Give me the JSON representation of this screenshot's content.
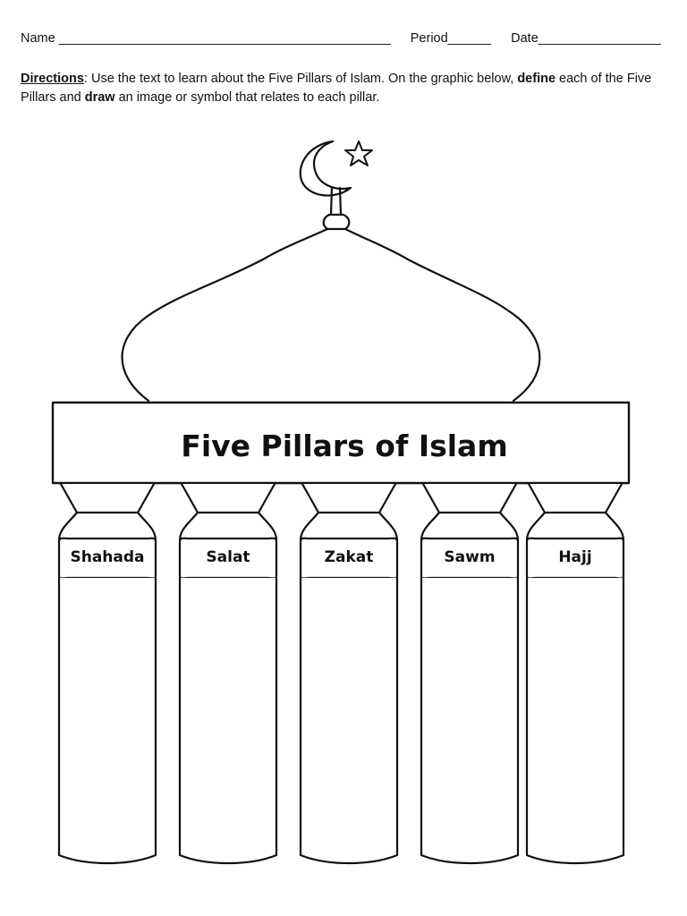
{
  "header": {
    "name_label": "Name",
    "name_blank": "______________________________________________",
    "period_label": "Period",
    "period_blank": "______",
    "date_label": "Date",
    "date_blank": "_________________"
  },
  "directions": {
    "lead": "Directions",
    "text_1": ": Use the text to learn about the Five Pillars of Islam. On the graphic below, ",
    "define": "define",
    "text_2": " each of the Five Pillars and ",
    "draw": "draw",
    "text_3": " an image or symbol that relates to each pillar."
  },
  "graphic": {
    "banner_title": "Five Pillars of Islam",
    "pillars": [
      {
        "label": "Shahada"
      },
      {
        "label": "Salat"
      },
      {
        "label": "Zakat"
      },
      {
        "label": "Sawm"
      },
      {
        "label": "Hajj"
      }
    ],
    "icons": [
      "crescent-icon",
      "star-icon"
    ]
  }
}
